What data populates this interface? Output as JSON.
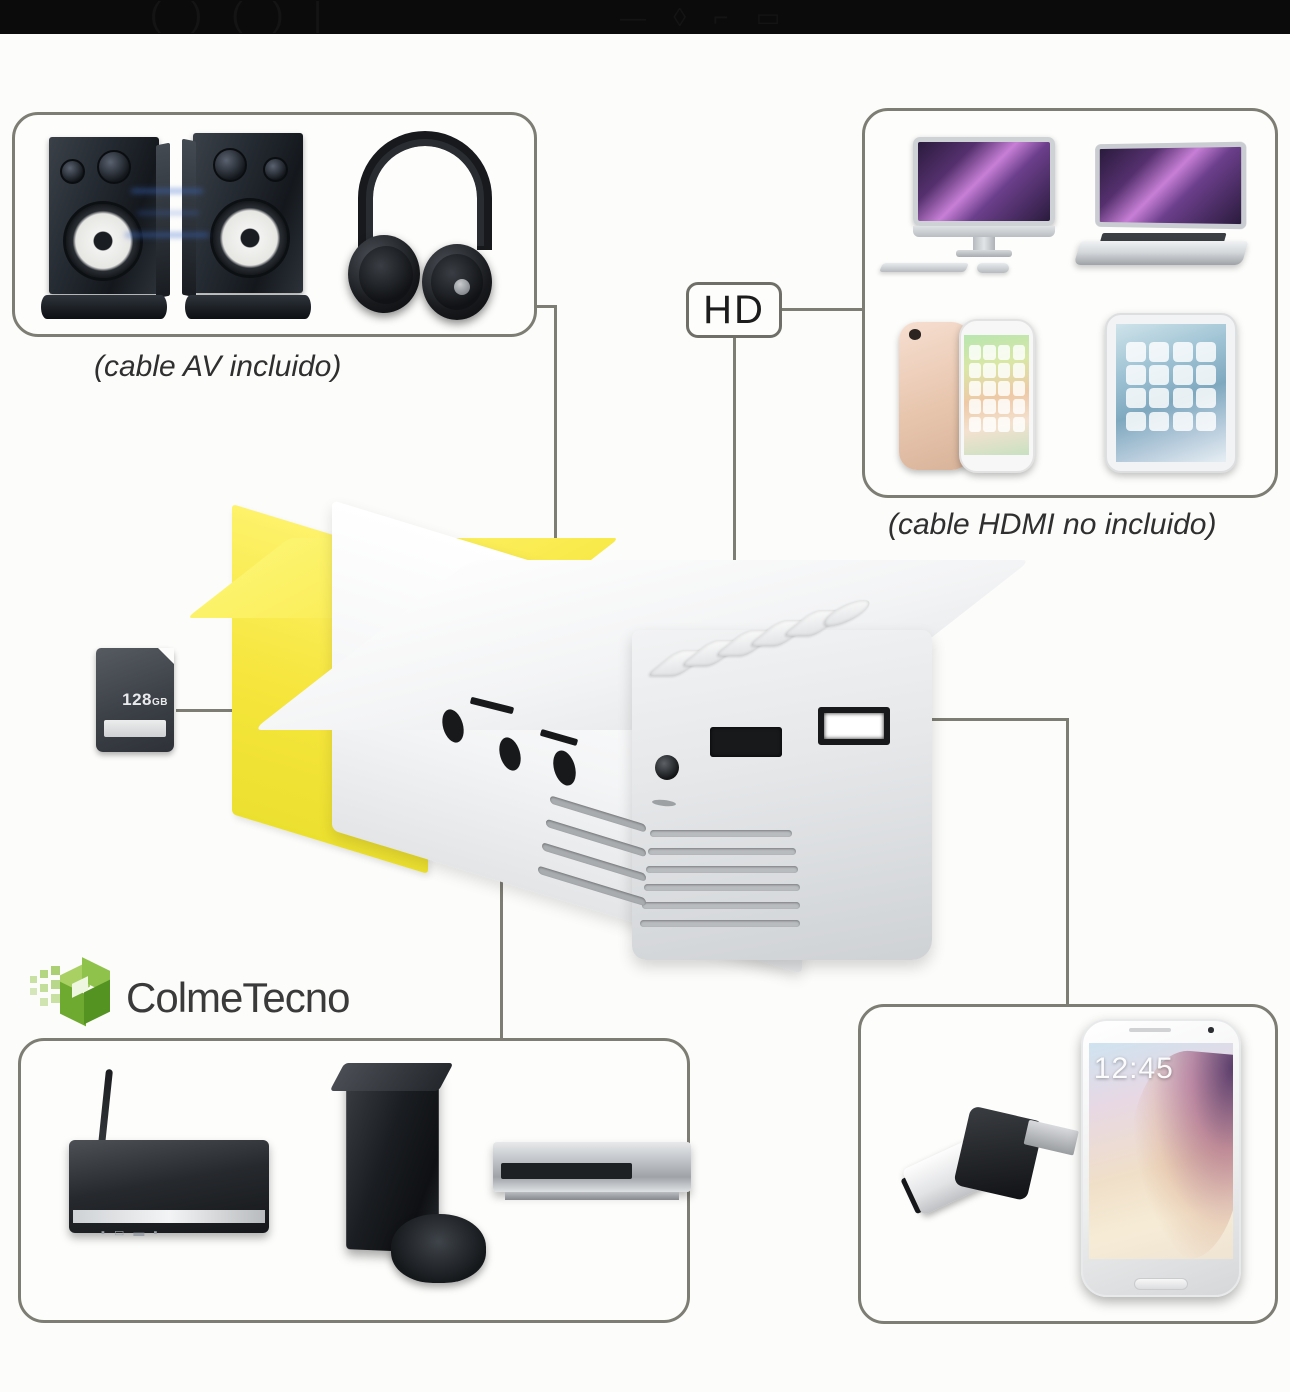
{
  "page": {
    "background_color": "#fcfcfa",
    "line_color": "#7d7d74",
    "accent_yellow": "#f6e53c",
    "logo_green": "#8cc63f"
  },
  "badges": {
    "hd": "HD"
  },
  "captions": {
    "av": "(cable AV incluido)",
    "hdmi": "(cable HDMI no incluido)"
  },
  "boxes": {
    "audio": {
      "name": "audio-devices",
      "devices": [
        "speakers",
        "headphones"
      ]
    },
    "computers": {
      "name": "computer-devices",
      "devices": [
        "imac",
        "macbook",
        "iphone",
        "ipad"
      ]
    },
    "media": {
      "name": "media-devices",
      "devices": [
        "tv-box",
        "game-console",
        "dvd-player"
      ]
    },
    "storage": {
      "name": "storage-devices",
      "devices": [
        "usb-flash-drive",
        "smartphone"
      ]
    }
  },
  "sd_card": {
    "capacity": "128",
    "unit": "GB"
  },
  "phone": {
    "clock": "12:45"
  },
  "tv_box": {
    "front_glyphs": "▪ ▭ ▬ ▪"
  },
  "logo": {
    "text": "ColmeTecno"
  },
  "projector": {
    "name": "mini-projector",
    "ports": [
      "dc-jack",
      "hdmi-port",
      "usb-port",
      "av-jack",
      "headphone-jack",
      "sd-slot"
    ],
    "buttons_count": 6
  }
}
